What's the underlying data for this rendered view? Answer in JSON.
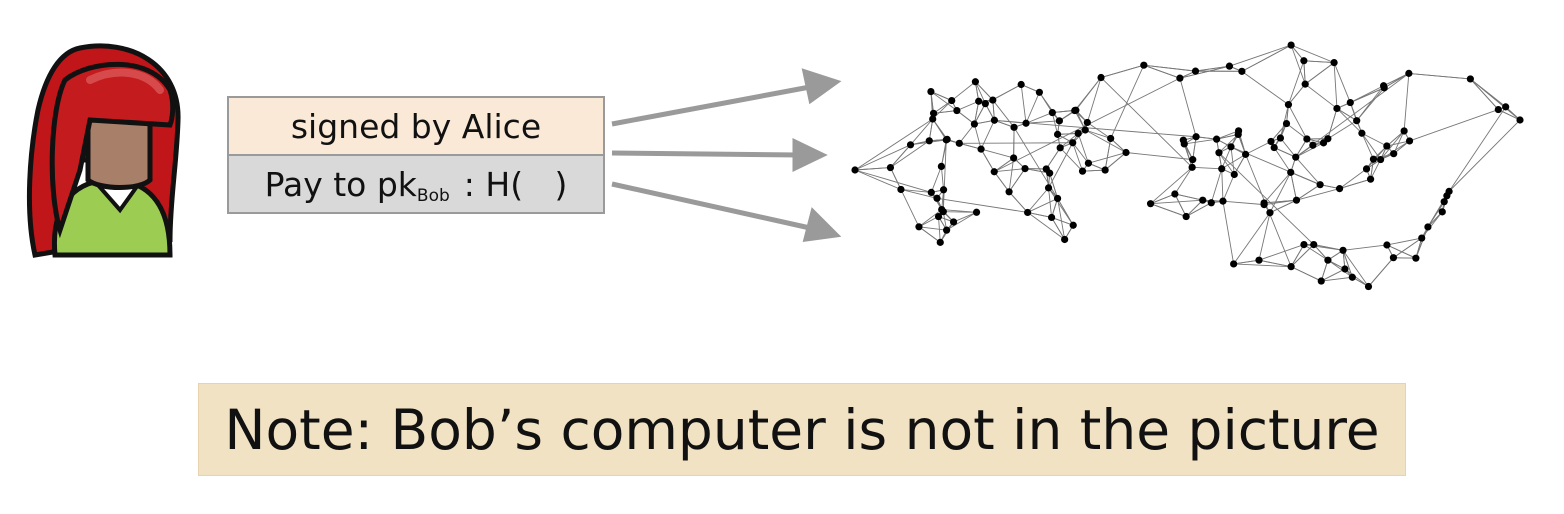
{
  "transaction": {
    "signature_label": "signed by Alice",
    "pay_prefix": "Pay to pk",
    "pay_subscript": "Bob",
    "pay_hash": ": H(   )"
  },
  "note": {
    "text": "Note: Bob’s computer is not in the picture"
  },
  "colors": {
    "hair": "#c0161a",
    "skin": "#a87f69",
    "shirt": "#9ccd52",
    "signed_row": "#fbe9d8",
    "pay_row": "#d9d9d9",
    "note_bg": "#f2e2c4",
    "arrow": "#9a9a9a"
  }
}
